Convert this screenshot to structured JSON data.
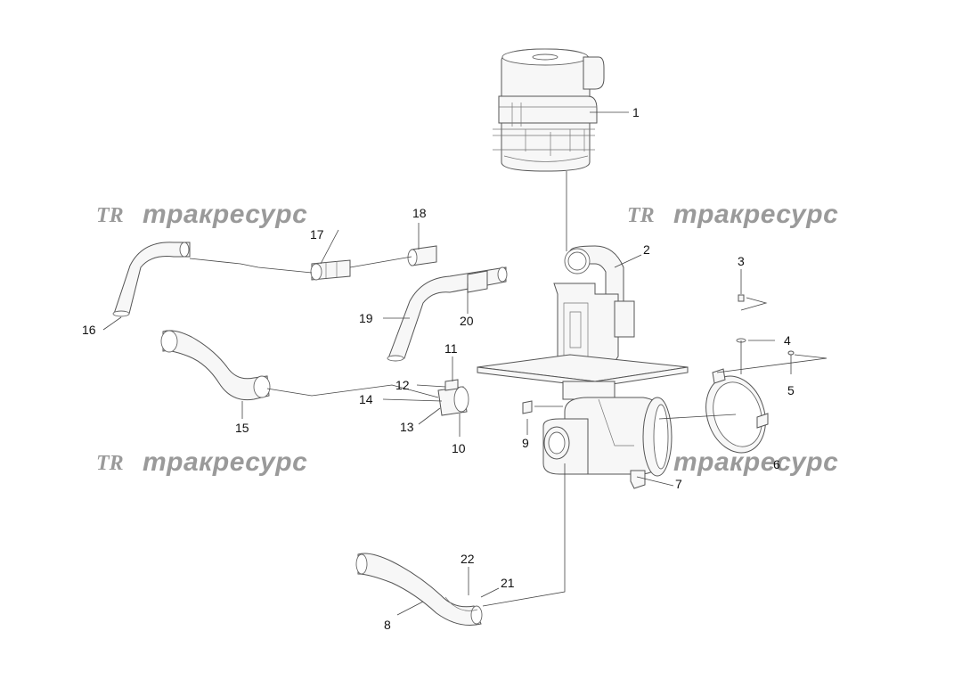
{
  "watermark": {
    "logo": "TR",
    "text": "тракресурс"
  },
  "callouts": {
    "c1": "1",
    "c2": "2",
    "c3": "3",
    "c4": "4",
    "c5": "5",
    "c6": "6",
    "c7": "7",
    "c8": "8",
    "c9": "9",
    "c10": "10",
    "c11": "11",
    "c12": "12",
    "c13": "13",
    "c14": "14",
    "c15": "15",
    "c16": "16",
    "c17": "17",
    "c18": "18",
    "c19": "19",
    "c20": "20",
    "c21": "21",
    "c22": "22"
  },
  "colors": {
    "line": "#555555",
    "watermark": "#9a9a9a",
    "background": "#ffffff"
  }
}
